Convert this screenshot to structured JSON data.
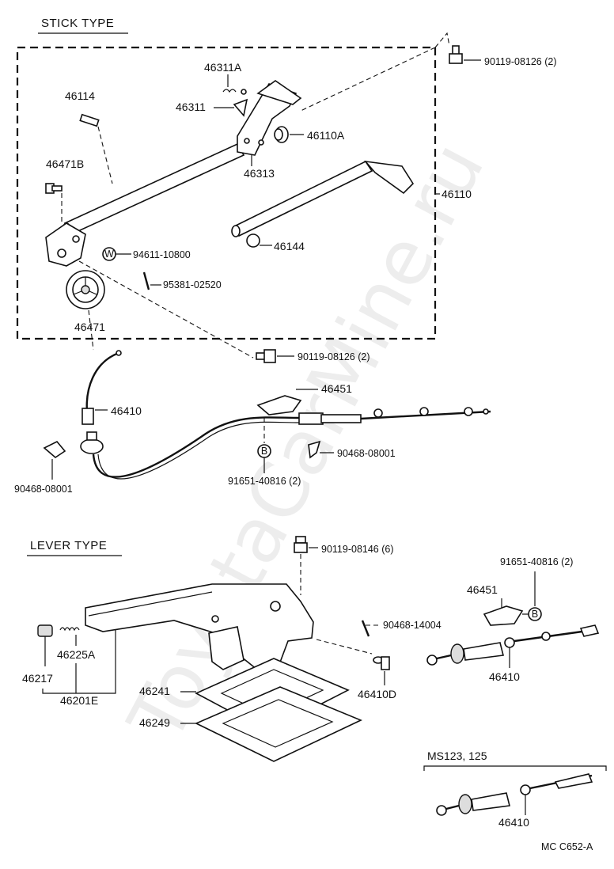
{
  "sections": {
    "stick_type": "STICK TYPE",
    "lever_type": "LEVER TYPE",
    "ms_variant": "MS123, 125"
  },
  "callouts": {
    "p46311A": "46311A",
    "p46311": "46311",
    "p46114": "46114",
    "p46110A": "46110A",
    "p46313": "46313",
    "p46471B": "46471B",
    "p46110": "46110",
    "p46144": "46144",
    "p94611": "94611-10800",
    "p95381": "95381-02520",
    "p46471": "46471",
    "p90119_top": "90119-08126 (2)",
    "p90119_mid": "90119-08126 (2)",
    "p46451_stick": "46451",
    "p46410_stick": "46410",
    "p90468_stick_r": "90468-08001",
    "p90468_stick_l": "90468-08001",
    "p91651_stick": "91651-40816 (2)",
    "p90119_lever": "90119-08146 (6)",
    "p91651_lever": "91651-40816 (2)",
    "p46451_lever": "46451",
    "p90468_lever": "90468-14004",
    "p46225A": "46225A",
    "p46217": "46217",
    "p46201E": "46201E",
    "p46241": "46241",
    "p46249": "46249",
    "p46410D": "46410D",
    "p46410_lever": "46410",
    "p46410_ms": "46410"
  },
  "markers": {
    "washer": "W",
    "bolt_b": "B"
  },
  "footer_code": "MC C652-A",
  "watermark": "ToyotaCarMine.ru"
}
